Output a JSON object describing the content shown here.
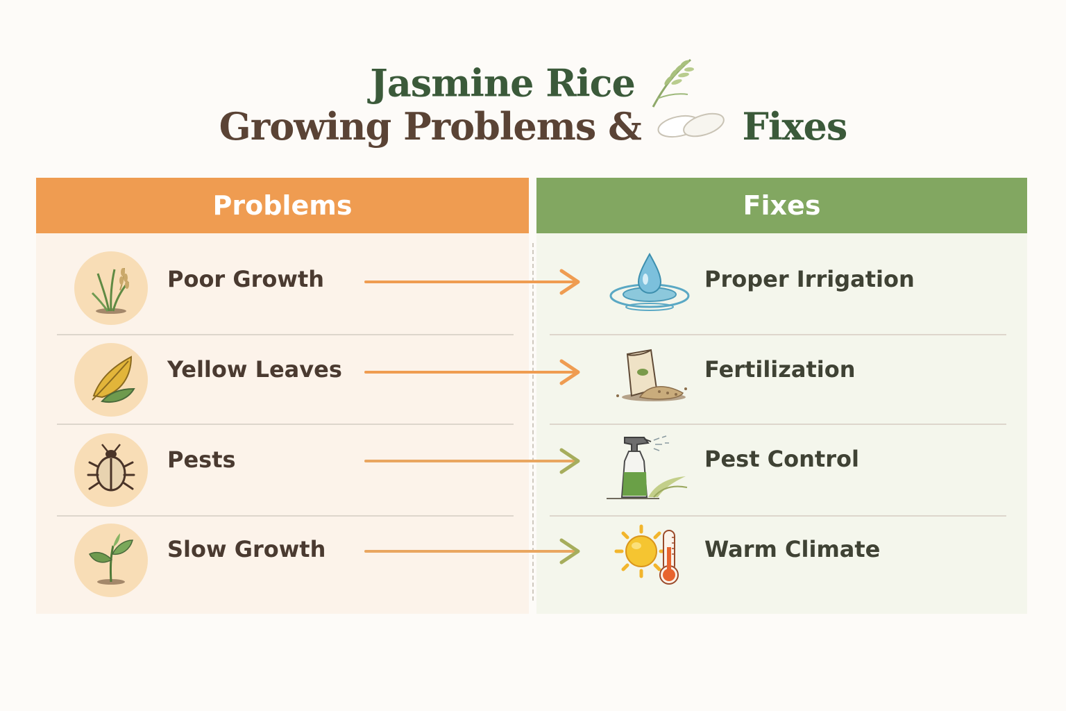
{
  "title": {
    "line1": "Jasmine Rice",
    "line2_part1": "Growing Problems &",
    "line2_part2": "Fixes"
  },
  "columns": {
    "problems": "Problems",
    "fixes": "Fixes"
  },
  "rows": [
    {
      "problem": "Poor Growth",
      "problem_icon": "rice-plant-icon",
      "fix": "Proper Irrigation",
      "fix_icon": "water-drop-icon"
    },
    {
      "problem": "Yellow Leaves",
      "problem_icon": "leaf-icon",
      "fix": "Fertilization",
      "fix_icon": "fertilizer-bag-icon"
    },
    {
      "problem": "Pests",
      "problem_icon": "bug-icon",
      "fix": "Pest Control",
      "fix_icon": "spray-bottle-icon"
    },
    {
      "problem": "Slow Growth",
      "problem_icon": "seedling-icon",
      "fix": "Warm Climate",
      "fix_icon": "sun-thermometer-icon"
    }
  ],
  "colors": {
    "problems_header": "#ef9c51",
    "fixes_header": "#82a761",
    "arrow_orange": "#ef9c51",
    "arrow_olive": "#a6ad5c"
  }
}
